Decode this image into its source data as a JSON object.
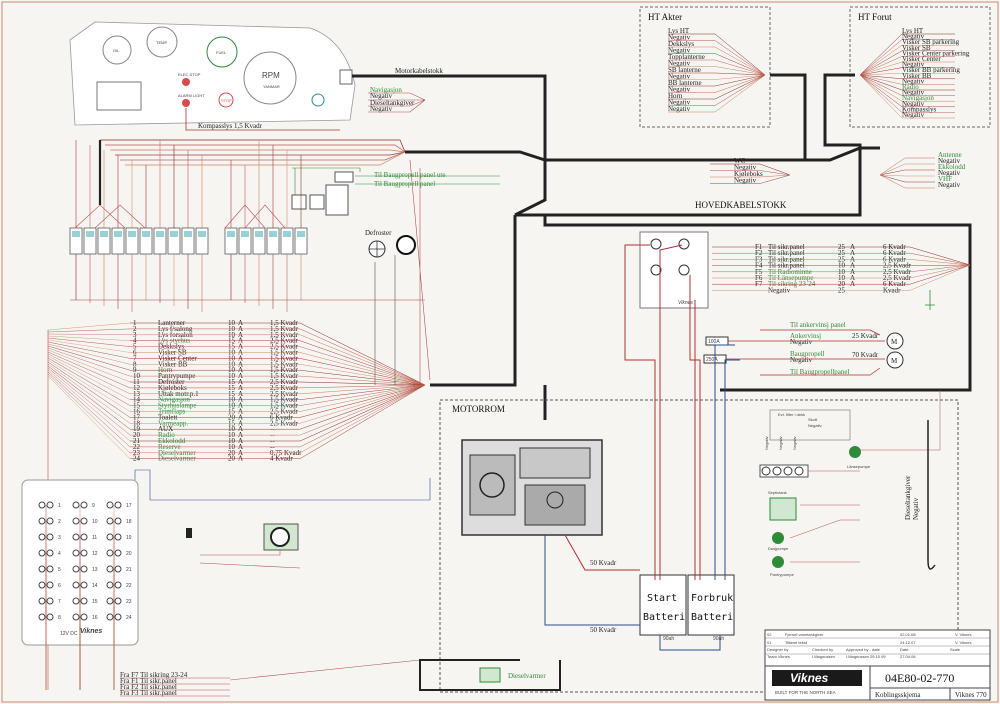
{
  "dash": {
    "gauges": [
      "OIL",
      "TEMP",
      "FUEL",
      "RPM"
    ],
    "rpm_sub": "YANMAR",
    "lamp_labels": [
      "ELEC STOP",
      "ALARM LIGHT",
      "STOP"
    ],
    "kompass": "Kompasslys   1,5 Kvadr"
  },
  "motorkabel": "Motorkabelstokk",
  "nav": {
    "items": [
      "Navigasjon",
      "Negativ",
      "Dieseltankgiver",
      "Negativ"
    ]
  },
  "bow": {
    "items": [
      "Til Baugpropell panel ute",
      "Til Baugpropell panel"
    ]
  },
  "defroster": "Defroster",
  "ht_akter": {
    "title": "HT Akter",
    "items": [
      "Lys HT",
      "Negativ",
      "Dekkslys",
      "Negativ",
      "Topplanterne",
      "Negativ",
      "SB lanterne",
      "Negativ",
      "BB lanterne",
      "Negativ",
      "Horn",
      "Negativ",
      "Negativ"
    ]
  },
  "ht_forut": {
    "title": "HT Forut",
    "items": [
      "Lys HT",
      "Negativ",
      "Visker SB parkering",
      "Visker SB",
      "Visker Center parkering",
      "Visker Center",
      "Negativ",
      "Visker BB parkering",
      "Visker BB",
      "Negativ",
      "Radio",
      "Negativ",
      "Navigasjon",
      "Negativ",
      "Kompasslys",
      "Negativ"
    ]
  },
  "wc": {
    "items": [
      "WC",
      "Negativ",
      "Kjøleboks",
      "Negativ"
    ]
  },
  "antenna": {
    "items": [
      "Antenne",
      "Negativ",
      "Ekkolodd",
      "Negativ",
      "VHF",
      "Negativ"
    ]
  },
  "hovedkabel": "HOVEDKABELSTOKK",
  "fuse_rows": [
    {
      "id": "F1",
      "desc": "Til sikr.panel",
      "amp": "25",
      "u": "A",
      "size": "6 Kvadr"
    },
    {
      "id": "F2",
      "desc": "Til sikr.panel",
      "amp": "25",
      "u": "A",
      "size": "6 Kvadr"
    },
    {
      "id": "F3",
      "desc": "Til sikr.panel",
      "amp": "25",
      "u": "A",
      "size": "6 Kvadr"
    },
    {
      "id": "F4",
      "desc": "Til sikr.panel",
      "amp": "10",
      "u": "A",
      "size": "2,5 Kvadr"
    },
    {
      "id": "F5",
      "desc": "Til Radiominne",
      "amp": "10",
      "u": "A",
      "size": "2,5 Kvadr"
    },
    {
      "id": "F6",
      "desc": "Til Länsepumpe",
      "amp": "10",
      "u": "A",
      "size": "2,5 Kvadr"
    },
    {
      "id": "F7",
      "desc": "Til sikring 23-24",
      "amp": "20",
      "u": "A",
      "size": "6 Kvadr"
    },
    {
      "id": "",
      "desc": "Negativ",
      "amp": "25",
      "u": "",
      "size": "Kvadr"
    }
  ],
  "anker": {
    "items": [
      "Til ankervinsj panel",
      "Ankervinsj",
      "Negativ",
      "Baugpropell",
      "Negativ",
      "Til Baugpropellpanel"
    ],
    "a1": "25 Kvadr",
    "a2": "70 Kvadr",
    "fuse1": "100A",
    "fuse2": "250A",
    "motor": "M"
  },
  "circuits": [
    {
      "n": "1",
      "name": "Lanterner",
      "a": "10",
      "u": "A",
      "s": "1,5 Kvadr"
    },
    {
      "n": "2",
      "name": "Lys f/salong",
      "a": "10",
      "u": "A",
      "s": "1,5 Kvadr"
    },
    {
      "n": "3",
      "name": "Lys forsalon",
      "a": "10",
      "u": "A",
      "s": "1,5 Kvadr"
    },
    {
      "n": "4",
      "name": "Lys styrhus",
      "a": "15",
      "u": "A",
      "s": "2,5 Kvadr"
    },
    {
      "n": "5",
      "name": "Dekkslys",
      "a": "15",
      "u": "A",
      "s": "2,5 Kvadr"
    },
    {
      "n": "6",
      "name": "Visker SB",
      "a": "10",
      "u": "A",
      "s": "1,5 Kvadr"
    },
    {
      "n": "7",
      "name": "Visker Center",
      "a": "10",
      "u": "A",
      "s": "1,5 Kvadr"
    },
    {
      "n": "8",
      "name": "Visker BB",
      "a": "10",
      "u": "A",
      "s": "1,5 Kvadr"
    },
    {
      "n": "9",
      "name": "Horn",
      "a": "10",
      "u": "A",
      "s": "1,5 Kvadr"
    },
    {
      "n": "10",
      "name": "Pantrypumpe",
      "a": "10",
      "u": "A",
      "s": "1,5 Kvadr"
    },
    {
      "n": "11",
      "name": "Defroster",
      "a": "15",
      "u": "A",
      "s": "2,5 Kvadr"
    },
    {
      "n": "12",
      "name": "Kjøleboks",
      "a": "15",
      "u": "A",
      "s": "2,5 Kvadr"
    },
    {
      "n": "13",
      "name": "Uttak motr.p.1",
      "a": "15",
      "u": "A",
      "s": "2,5 Kvadr"
    },
    {
      "n": "14",
      "name": "Navigasjon",
      "a": "10",
      "u": "A",
      "s": "1,5 Kvadr"
    },
    {
      "n": "15",
      "name": "Styrhuslampe",
      "a": "10",
      "u": "A",
      "s": "1,5 Kvadr"
    },
    {
      "n": "16",
      "name": "Trimflaps",
      "a": "15",
      "u": "A",
      "s": "2,5 Kvadr"
    },
    {
      "n": "17",
      "name": "Toalett",
      "a": "20",
      "u": "A",
      "s": "6 Kvadr"
    },
    {
      "n": "18",
      "name": "Varmeapp.",
      "a": "15",
      "u": "A",
      "s": "2,5 Kvadr"
    },
    {
      "n": "19",
      "name": "AUX",
      "a": "10",
      "u": "A",
      "s": "--"
    },
    {
      "n": "20",
      "name": "Radio",
      "a": "10",
      "u": "A",
      "s": "--"
    },
    {
      "n": "21",
      "name": "Ekkolodd",
      "a": "10",
      "u": "A",
      "s": "--"
    },
    {
      "n": "22",
      "name": "Reserve",
      "a": "10",
      "u": "A",
      "s": "--"
    },
    {
      "n": "23",
      "name": "Dieselvarmer",
      "a": "20",
      "u": "A",
      "s": "0,75 Kvadr"
    },
    {
      "n": "24",
      "name": "Dieselvarmer",
      "a": "20",
      "u": "A",
      "s": "4 Kvadr"
    }
  ],
  "panel": {
    "label": "12V DC",
    "brand": "Viknes",
    "left_nums": [
      "1",
      "2",
      "3",
      "4",
      "5",
      "6",
      "7",
      "8"
    ],
    "mid_nums": [
      "9",
      "10",
      "11",
      "12",
      "13",
      "14",
      "15",
      "16"
    ],
    "right_nums": [
      "17",
      "18",
      "19",
      "20",
      "21",
      "22",
      "23",
      "24"
    ]
  },
  "fra": {
    "items": [
      "Fra  F7  Til sikring 23-24",
      "Fra  F1  Til sikr.panel",
      "Fra  F2  Til sikr.panel",
      "Fra  F3  Til sikr.panel"
    ]
  },
  "motorrom": "MOTORROM",
  "batt": {
    "start": "Start",
    "batteri": "Batteri",
    "forbruk": "Forbruk",
    "ah": "90ah",
    "cable50": "50 Kvadr",
    "cable50b": "50 Kvadr"
  },
  "pump": {
    "items": [
      "Evt. filter i dekk",
      "Skott",
      "Negativ",
      "Negativ",
      "Negativ",
      "Negativ",
      "Länsepumpe",
      "Septictank",
      "Dusjpumpe",
      "Pantrypumpe"
    ]
  },
  "dieselgiver": {
    "items": [
      "Dieseltankgiver",
      "Negativ"
    ]
  },
  "dieselvarmer": "Dieselvarmer",
  "title_block": {
    "rows": [
      {
        "no": "02",
        "desc": "Fjernet vanntankgiver",
        "date": "02.01.08",
        "by": "V. Viknes"
      },
      {
        "no": "01",
        "desc": "Tilføret tekst",
        "date": "24.12.07",
        "by": "V. Viknes"
      }
    ],
    "designer_lbl": "Designer by",
    "designer": "Team Viknes",
    "checked_lbl": "Checked by",
    "checked": "I.Magnussen",
    "approved_lbl": "Approved by - date",
    "approved": "I.Magnussen 29.10.99",
    "date_lbl": "Date",
    "date": "27.04.06",
    "scale_lbl": "Scale",
    "scale": "",
    "drawing_no": "04E80-02-770",
    "drawing_title": "Koblingsskjema",
    "model": "Viknes 770",
    "logo": "Viknes",
    "slogan": "BUILT FOR THE NORTH SEA"
  }
}
